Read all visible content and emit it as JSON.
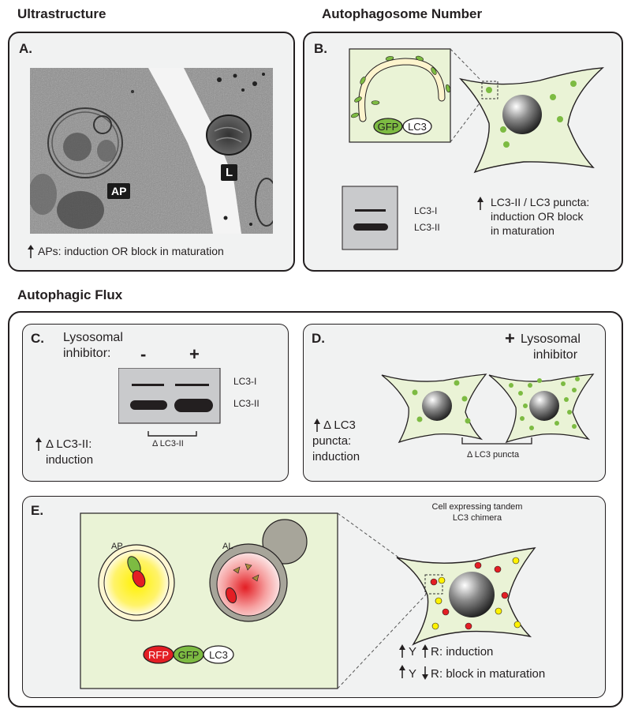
{
  "sections": {
    "ultrastructure": "Ultrastructure",
    "autophagosome_number": "Autophagosome Number",
    "autophagic_flux": "Autophagic Flux"
  },
  "panel_a": {
    "label": "A.",
    "ap_tag": "AP",
    "l_tag": "L",
    "caption": "APs: induction OR block in maturation"
  },
  "panel_b": {
    "label": "B.",
    "gfp": "GFP",
    "lc3": "LC3",
    "band1": "LC3-I",
    "band2": "LC3-II",
    "caption": [
      "LC3-II / LC3 puncta:",
      "induction OR block",
      "in maturation"
    ]
  },
  "panel_c": {
    "label": "C.",
    "inhibitor_line1": "Lysosomal",
    "inhibitor_line2": "inhibitor:",
    "minus": "-",
    "plus": "+",
    "band1": "LC3-I",
    "band2": "LC3-II",
    "delta_label": "Δ LC3-II",
    "caption1": "Δ LC3-II:",
    "caption2": "induction"
  },
  "panel_d": {
    "label": "D.",
    "plus": "+",
    "inhibitor_line1": "Lysosomal",
    "inhibitor_line2": "inhibitor",
    "delta_label": "Δ LC3 puncta",
    "caption1": "Δ LC3",
    "caption2": "puncta:",
    "caption3": "induction"
  },
  "panel_e": {
    "label": "E.",
    "ap": "AP",
    "al": "AL",
    "rfp": "RFP",
    "gfp": "GFP",
    "lc3": "LC3",
    "cell_caption1": "Cell expressing tandem",
    "cell_caption2": "LC3 chimera",
    "y": "Y",
    "r": "R",
    "line1_suffix": ": induction",
    "line2_suffix": ": block in maturation"
  },
  "colors": {
    "cell_fill": "#eaf3d6",
    "puncta_green": "#7dbb42",
    "red": "#e31e24",
    "yellow": "#fff200",
    "gray_lysosome": "#a7a59a"
  }
}
